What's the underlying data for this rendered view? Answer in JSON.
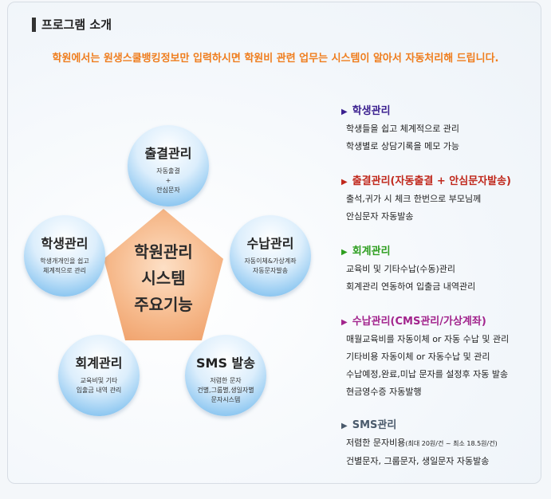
{
  "header": {
    "title": "프로그램 소개",
    "intro": "학원에서는 원생스쿨뱅킹정보만 입력하시면 학원비 관련 업무는 시스템이 알아서 자동처리해 드립니다."
  },
  "center": {
    "lines": [
      "학원관리",
      "시스템",
      "주요기능"
    ]
  },
  "bubbles": {
    "attendance": {
      "title": "출결관리",
      "sub": "자동출결\n+\n안심문자"
    },
    "student": {
      "title": "학생관리",
      "sub": "학생개개인을 쉽고\n체계적으로 관리"
    },
    "payment": {
      "title": "수납관리",
      "sub": "자동이체&가상계좌\n자동문자발송"
    },
    "accounting": {
      "title": "회계관리",
      "sub": "교육비및 기타\n입출금 내역 관리"
    },
    "sms": {
      "title": "SMS 발송",
      "sub": "저렴한 문자\n건별,그룹별,생일자별\n문자시스템"
    }
  },
  "features": [
    {
      "title": "학생관리",
      "color": "#3a1f8f",
      "lines": [
        "학생들을 쉽고 체계적으로 관리",
        "학생별로 상담기록을 메모 가능"
      ]
    },
    {
      "title": "출결관리(자동출결 + 안심문자발송)",
      "color": "#c0281c",
      "lines": [
        "출석,귀가 시 체크 한번으로 부모님께",
        "안심문자 자동발송"
      ]
    },
    {
      "title": "회계관리",
      "color": "#2e9e1f",
      "lines": [
        "교육비 및 기타수납(수동)관리",
        "회계관리 연동하여 입출금 내역관리"
      ]
    },
    {
      "title": "수납관리(CMS관리/가상계좌)",
      "color": "#a2238c",
      "lines": [
        "매월교육비를 자동이체 or 자동 수납 및 관리",
        "기타비용  자동이체 or 자동수납 및 관리",
        "수납예정,완료,미납 문자를 설정후 자동 발송",
        "현금영수증 자동발행"
      ]
    },
    {
      "title": "SMS관리",
      "color": "#4a5a6c",
      "lines": [
        "저렴한 문자비용",
        "건별문자, 그룹문자, 생일문자 자동발송"
      ],
      "note": "(최대 20원/건 ~ 최소 18.5원/건)"
    }
  ]
}
